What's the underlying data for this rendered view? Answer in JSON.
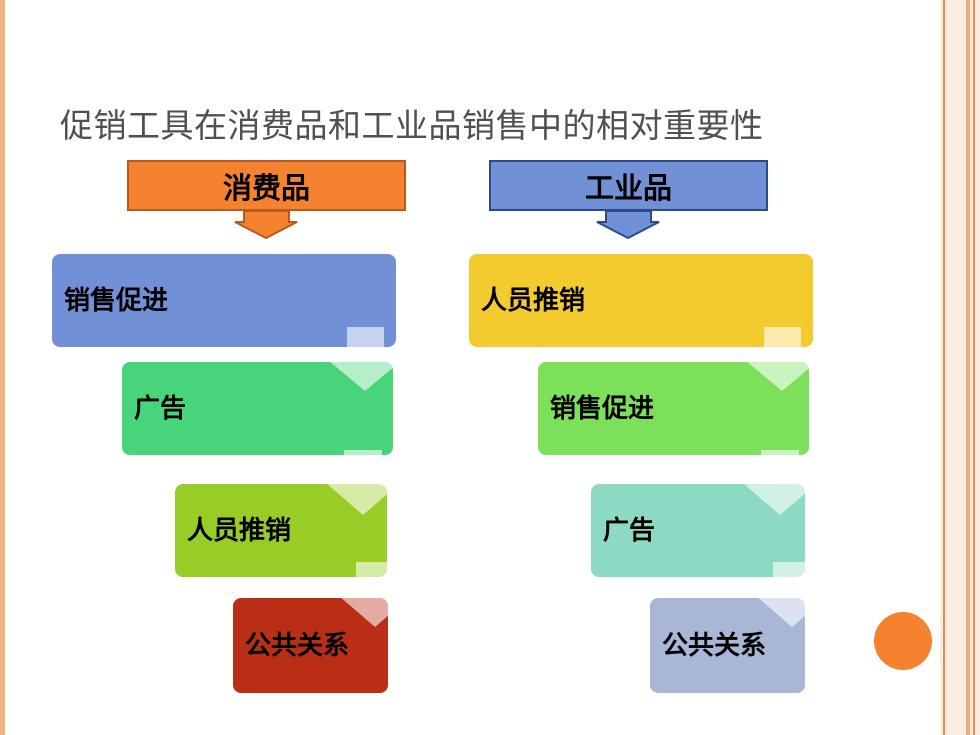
{
  "title": "促销工具在消费品和工业品销售中的相对重要性",
  "consumer": {
    "header": "消费品",
    "items": [
      "销售促进",
      "广告",
      "人员推销",
      "公共关系"
    ]
  },
  "industrial": {
    "header": "工业品",
    "items": [
      "人员推销",
      "销售促进",
      "广告",
      "公共关系"
    ]
  },
  "colors": {
    "consumer_header": "#f5822f",
    "industrial_header": "#7290d6",
    "consumer_items": [
      "#7290d6",
      "#47d47a",
      "#98cc26",
      "#b92e15"
    ],
    "industrial_items": [
      "#f4cb2f",
      "#7ce05a",
      "#8cdac4",
      "#a9b6d6"
    ],
    "accent": "#f5822f"
  }
}
